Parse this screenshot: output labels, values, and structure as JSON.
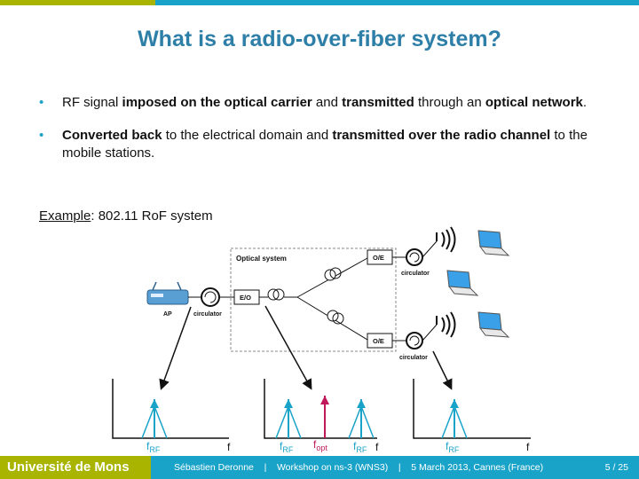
{
  "slide": {
    "title": "What is a radio-over-fiber system?",
    "bullet1": {
      "t1": "RF signal ",
      "b1": "imposed on the optical carrier",
      "t2": " and ",
      "b2": "transmitted",
      "t3": " through an ",
      "b3": "optical network",
      "t4": "."
    },
    "bullet2": {
      "b1": "Converted back",
      "t1": " to the electrical domain and ",
      "b2": "transmitted over the radio channel",
      "t2": " to the mobile stations."
    },
    "example_label": "Example",
    "example_text": ": 802.11 RoF system"
  },
  "diagram": {
    "optical_system_label": "Optical system",
    "eo_label": "E/O",
    "oe_top_label": "O/E",
    "oe_bottom_label": "O/E",
    "ap_label": "AP",
    "circulator_left": "circulator",
    "circulator_top_right": "circulator",
    "circulator_bottom_right": "circulator"
  },
  "spectra": {
    "left": {
      "peak": "f",
      "peak_sub": "RF",
      "axis": "f"
    },
    "middle": {
      "left_peak": "f",
      "left_peak_sub": "RF",
      "center_peak": "f",
      "center_peak_sub": "opt",
      "right_peak": "f",
      "right_peak_sub": "RF",
      "axis": "f"
    },
    "right": {
      "peak": "f",
      "peak_sub": "RF",
      "axis": "f"
    }
  },
  "footer": {
    "university": "Université de Mons",
    "info": "Sébastien Deronne    |    Workshop on ns-3 (WNS3)    |    5 March 2013, Cannes (France)",
    "page": "5 / 25"
  },
  "colors": {
    "title": "#2e7fa8",
    "accent_blue": "#1aa3c8",
    "accent_green": "#a8b400",
    "rf_peak": "#1aa3c8",
    "opt_peak": "#c0185a"
  }
}
